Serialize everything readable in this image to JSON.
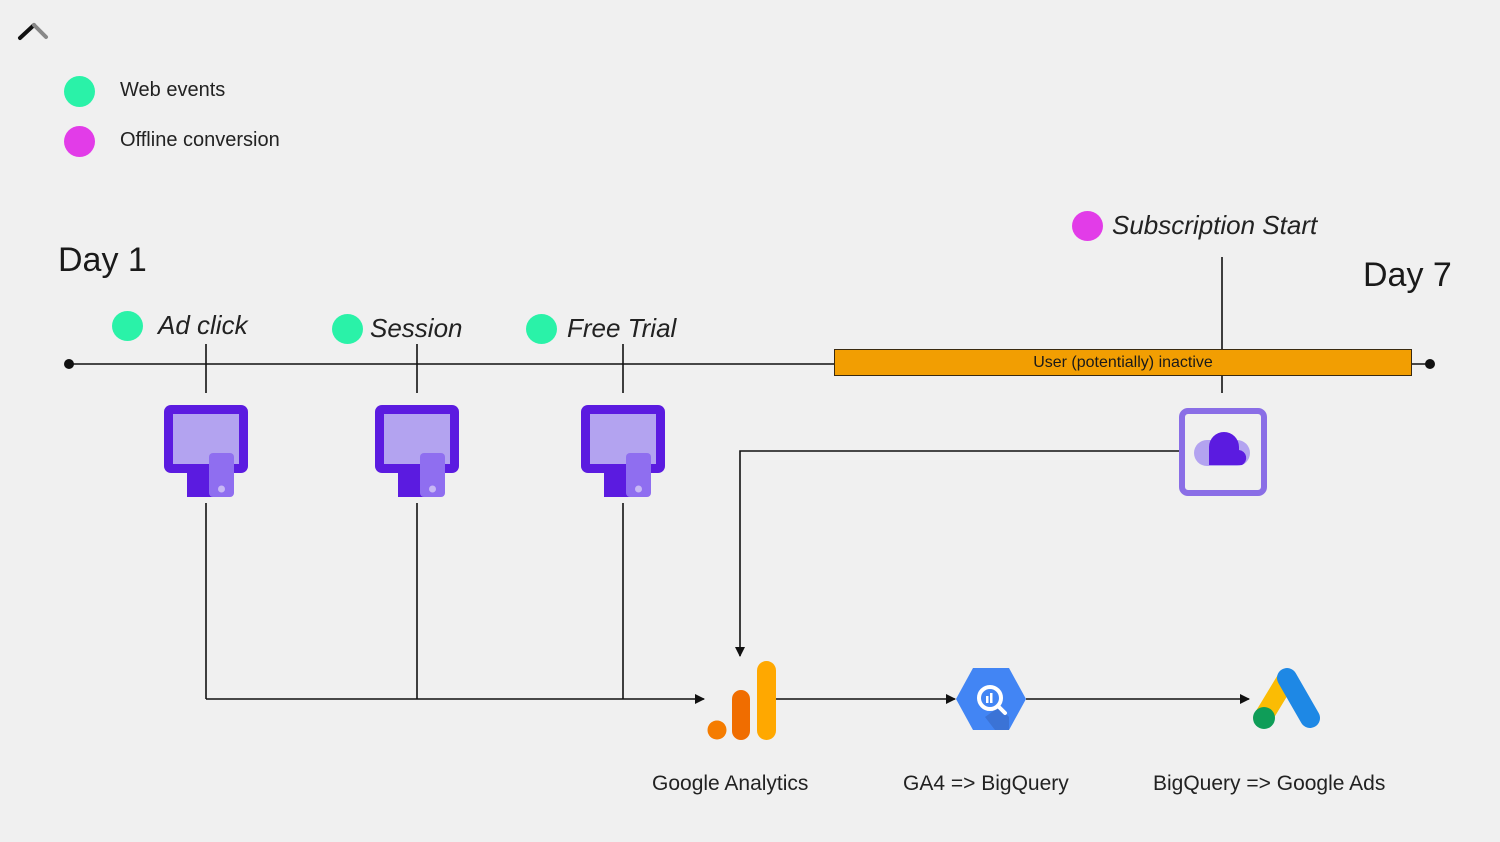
{
  "colors": {
    "web_event": "#2af2a8",
    "offline_conversion": "#e23ce8",
    "inactive_bar": "#f29e02",
    "device_dark": "#5b1be0",
    "device_light": "#b3a3f0",
    "cloud_frame": "#8a6ee6"
  },
  "controls": {
    "collapse_icon": "chevron-up-icon"
  },
  "legend": [
    {
      "label": "Web events",
      "color": "#2af2a8"
    },
    {
      "label": "Offline conversion",
      "color": "#e23ce8"
    }
  ],
  "timeline": {
    "start_label": "Day 1",
    "end_label": "Day 7",
    "inactive_period_label": "User (potentially) inactive",
    "events": [
      {
        "label": "Ad click",
        "type": "Web events",
        "icon": "desktop-device-icon"
      },
      {
        "label": "Session",
        "type": "Web events",
        "icon": "desktop-device-icon"
      },
      {
        "label": "Free Trial",
        "type": "Web events",
        "icon": "desktop-device-icon"
      },
      {
        "label": "Subscription Start",
        "type": "Offline conversion",
        "icon": "cloud-icon"
      }
    ]
  },
  "pipeline": [
    {
      "label": "Google Analytics",
      "icon": "google-analytics-icon"
    },
    {
      "label": "GA4 => BigQuery",
      "icon": "bigquery-icon"
    },
    {
      "label": "BigQuery => Google Ads",
      "icon": "google-ads-icon"
    }
  ]
}
